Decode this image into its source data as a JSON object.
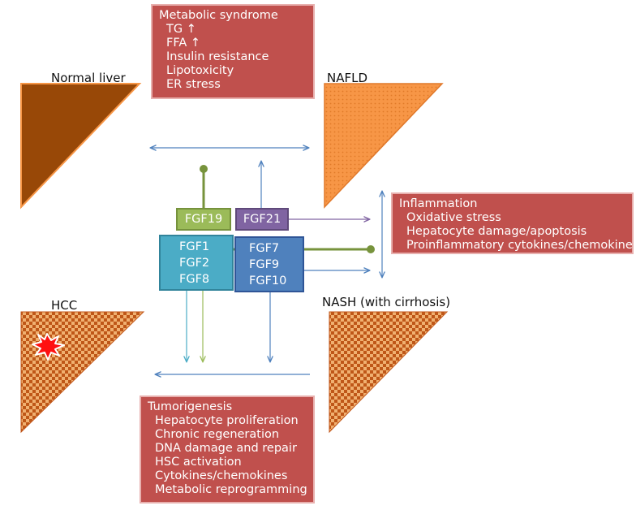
{
  "stages": {
    "normal": "Normal liver",
    "nafld": "NAFLD",
    "hcc": "HCC",
    "nash": "NASH (with cirrhosis)"
  },
  "metabolic": {
    "title": "Metabolic syndrome",
    "items": [
      "TG ↑",
      "FFA ↑",
      "Insulin resistance",
      "Lipotoxicity",
      "ER stress"
    ]
  },
  "inflammation": {
    "title": "Inflammation",
    "items": [
      "Oxidative stress",
      "Hepatocyte damage/apoptosis",
      "Proinflammatory cytokines/chemokines"
    ]
  },
  "tumorigenesis": {
    "title": "Tumorigenesis",
    "items": [
      "Hepatocyte proliferation",
      "Chronic regeneration",
      "DNA damage and repair",
      "HSC activation",
      "Cytokines/chemokines",
      "Metabolic reprogramming"
    ]
  },
  "fgfs": {
    "fgf19": "FGF19",
    "fgf21": "FGF21",
    "group1": [
      "FGF1",
      "FGF2",
      "FGF8"
    ],
    "group2": [
      "FGF7",
      "FGF9",
      "FGF10"
    ]
  },
  "colors": {
    "box_red": "#c0504d",
    "fgf19_green": "#9bbb59",
    "fgf21_purple": "#8064a2",
    "fgf_teal": "#4bacc6",
    "fgf_blue": "#4f81bd",
    "normal_liver": "#984807",
    "nafld": "#f79646",
    "hcc_pattern": "#c0561a",
    "arrow_blue": "#4f81bd",
    "connector_green": "#77933c"
  }
}
